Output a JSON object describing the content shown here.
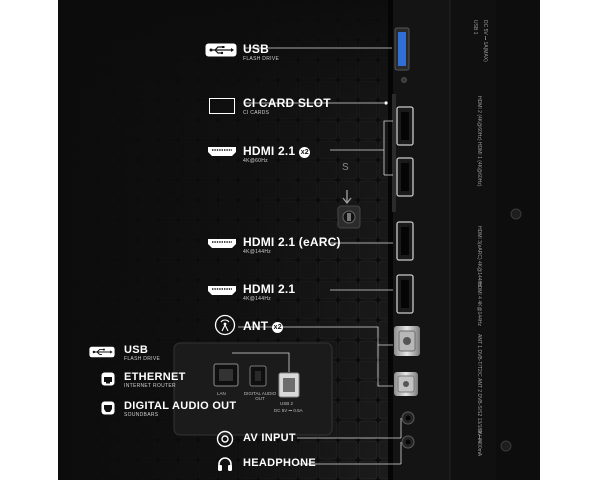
{
  "labels": {
    "usb_top": {
      "title": "USB",
      "sub": "FLASH DRIVE"
    },
    "ci": {
      "title": "CI CARD SLOT",
      "sub": "CI CARDS"
    },
    "hdmi_x2": {
      "title": "HDMI 2.1",
      "badge": "x2",
      "sub": "4K@60Hz"
    },
    "hdmi_earc": {
      "title": "HDMI 2.1 (eARC)",
      "sub": "4K@144Hz"
    },
    "hdmi_single": {
      "title": "HDMI 2.1",
      "sub": "4K@144Hz"
    },
    "ant": {
      "title": "ANT",
      "badge": "x2"
    },
    "usb_left": {
      "title": "USB",
      "sub": "FLASH DRIVE"
    },
    "ethernet": {
      "title": "ETHERNET",
      "sub": "INTERNET ROUTER"
    },
    "digital_audio": {
      "title": "DIGITAL AUDIO OUT",
      "sub": "SOUNDBARS"
    },
    "av_input": {
      "title": "AV INPUT"
    },
    "headphone": {
      "title": "HEADPHONE"
    }
  },
  "panel_text": {
    "s_mark": "S",
    "lan": "LAN",
    "digital_audio_out": "DIGITAL AUDIO OUT",
    "usb2": "USB 2",
    "usb2_power": "DC 5V ⎓ 0.5A",
    "usb1": "USB 1",
    "usb1_power": "DC 5V ⎓ 1A(MAX)",
    "hdmi12": "HDMI 2 (4K@60Hz) HDMI 1 (4K@60Hz)",
    "hdmi3": "HDMI 3(eARC) 4K@144Hz",
    "hdmi4": "HDMI 4 4K@144Hz",
    "ant1": "ANT 1 DVB-T/T2/C",
    "ant2": "ANT 2 DVB-S/S2 13/18V ⎓ 400mA",
    "av_in": "AV IN"
  },
  "colors": {
    "background": "#ffffff",
    "panel": "#0c0c0c",
    "text": "#ffffff",
    "usb_port": "#2f6fd6"
  }
}
